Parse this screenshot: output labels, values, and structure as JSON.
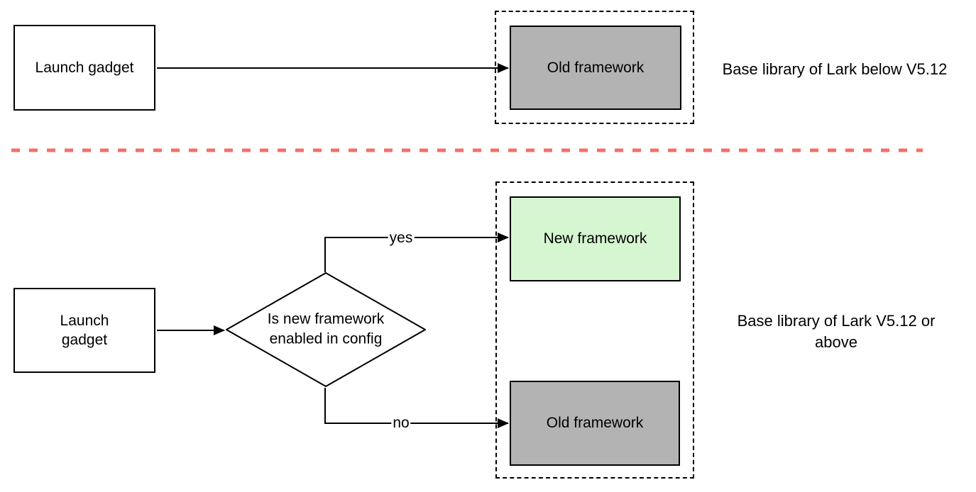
{
  "diagram": {
    "top_section": {
      "start_label": "Launch gadget",
      "framework_label": "Old framework",
      "caption": "Base library of Lark below V5.12"
    },
    "bottom_section": {
      "start_label": "Launch gadget",
      "decision_label": "Is new framework enabled in config",
      "yes_label": "yes",
      "no_label": "no",
      "new_framework_label": "New framework",
      "old_framework_label": "Old framework",
      "caption": "Base library of Lark V5.12 or above"
    },
    "colors": {
      "old_framework_fill": "#b3b3b3",
      "new_framework_fill": "#d5f6d0",
      "divider_color": "#f1706b",
      "stroke_color": "#000000"
    }
  }
}
